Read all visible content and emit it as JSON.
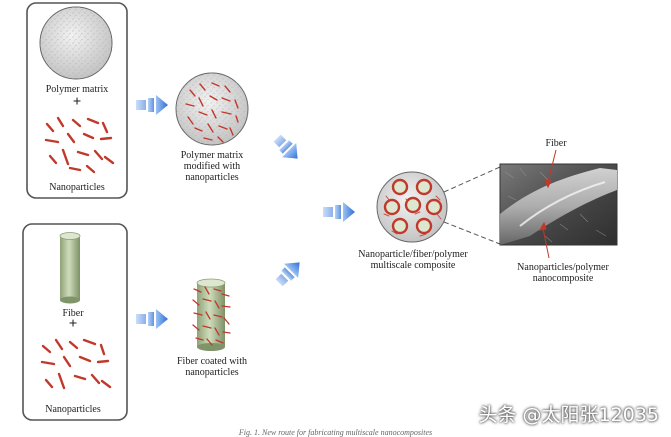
{
  "labels": {
    "polymer_matrix": "Polymer matrix",
    "plus": "+",
    "nanoparticles": "Nanoparticles",
    "modified_l1": "Polymer matrix",
    "modified_l2": "modified with",
    "modified_l3": "nanoparticles",
    "fiber": "Fiber",
    "coated_l1": "Fiber coated with",
    "coated_l2": "nanoparticles",
    "composite_l1": "Nanoparticle/fiber/polymer",
    "composite_l2": "multiscale composite",
    "sem_fiber": "Fiber",
    "sem_nano_l1": "Nanoparticles/polymer",
    "sem_nano_l2": "nanocomposite"
  },
  "caption": "Fig. 1. New route for fabricating multiscale nanocomposites",
  "watermark": "头条 @太阳张12035",
  "colors": {
    "arrow_blue": "#3d7ee0",
    "nanoparticle_red": "#c0392b",
    "fiber_green": "#b7c9a0",
    "matrix_grey": "#d6d6d6"
  }
}
